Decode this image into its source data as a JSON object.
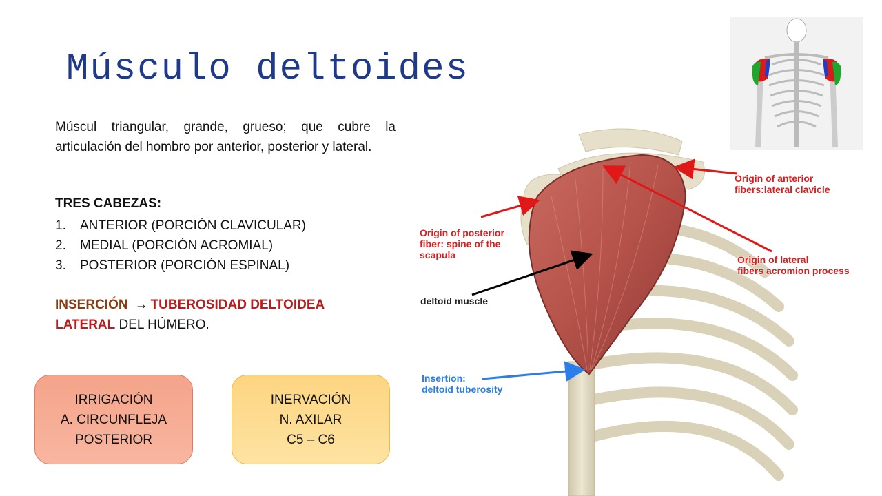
{
  "slide": {
    "title": "Músculo deltoides",
    "intro": "Múscul triangular, grande, grueso; que cubre la articulación del hombro por anterior, posterior y lateral.",
    "heads_title": "TRES CABEZAS:",
    "heads": [
      {
        "num": "1.",
        "text": "ANTERIOR (PORCIÓN CLAVICULAR)"
      },
      {
        "num": "2.",
        "text": "MEDIAL (PORCIÓN ACROMIAL)"
      },
      {
        "num": "3.",
        "text": "POSTERIOR (PORCIÓN ESPINAL)"
      }
    ],
    "insertion": {
      "label": "INSERCIÓN",
      "arrow": "→",
      "target_a": "TUBEROSIDAD DELTOIDEA",
      "target_b": "LATERAL",
      "rest": " DEL HÚMERO."
    },
    "irrigacion": {
      "line1": "IRRIGACIÓN",
      "line2": "A. CIRCUNFLEJA",
      "line3": "POSTERIOR"
    },
    "inervacion": {
      "line1": "INERVACIÓN",
      "line2": "N. AXILAR",
      "line3": "C5 – C6"
    }
  },
  "figure": {
    "labels": {
      "anterior_1": "Origin of anterior",
      "anterior_2": "fibers:lateral clavicle",
      "posterior_1": "Origin of posterior",
      "posterior_2": "fiber: spine of the",
      "posterior_3": "scapula",
      "lateral_1": "Origin of lateral",
      "lateral_2": "fibers acromion process",
      "muscle": "deltoid muscle",
      "insertion_1": "Insertion:",
      "insertion_2": "deltoid tuberosity"
    },
    "colors": {
      "muscle": "#b5524a",
      "bone": "#e3dcc6",
      "arrow_red": "#e01818",
      "arrow_blue": "#2b7de9",
      "arrow_black": "#000000"
    }
  }
}
